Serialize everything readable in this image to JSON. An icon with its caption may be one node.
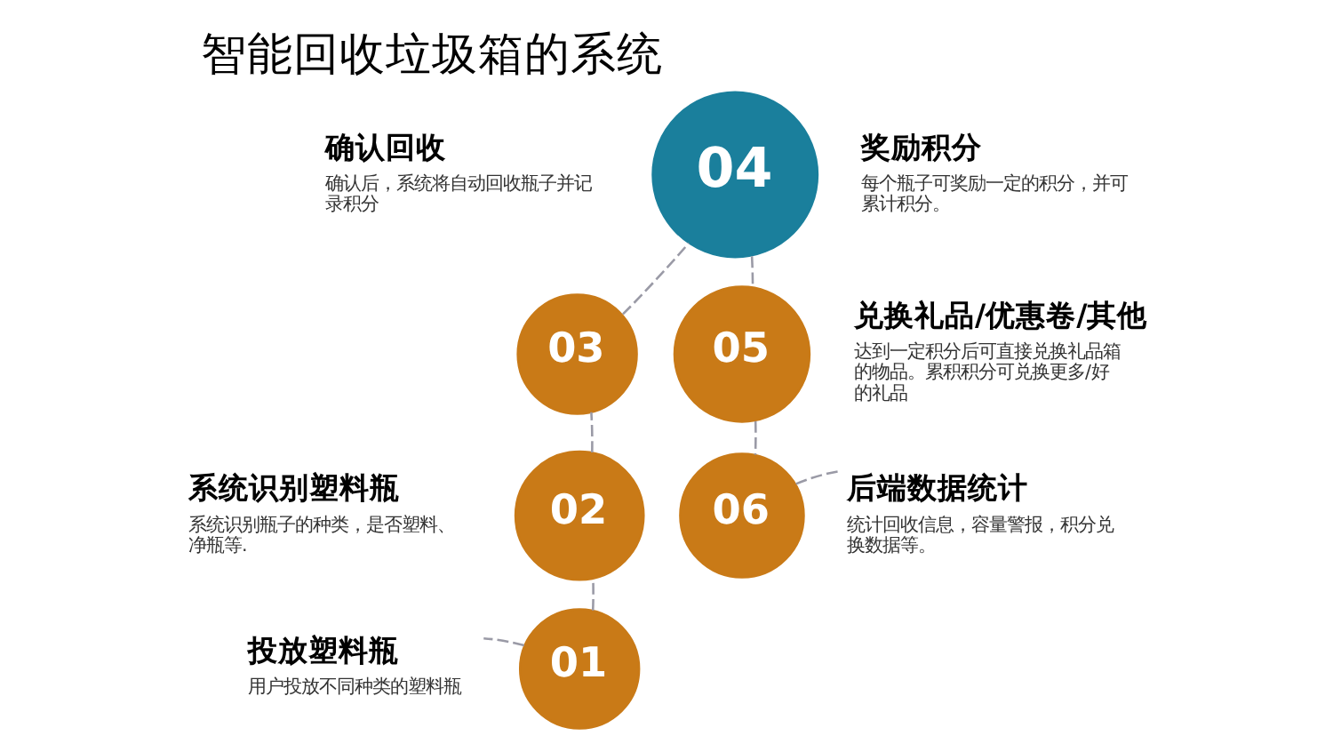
{
  "diagram": {
    "title": "智能回收垃圾箱的系统",
    "nodes": [
      {
        "text": [
          "01"
        ]
      },
      {
        "text": [
          "投放塑料瓶",
          "用户投放不同种类的塑料瓶"
        ]
      },
      {
        "text": [
          "02"
        ],
        "beside": [
          "系统识别塑料瓶",
          "系统识别瓶子的种类，是否塑料、净瓶等."
        ]
      },
      {
        "text": [
          "03"
        ],
        "beside": [
          "确认回收",
          "确认后，系统将自动回收瓶子并记录积分"
        ]
      },
      {
        "text": [
          "04"
        ],
        "beside": [
          "奖励积分",
          "每个瓶子可奖励一定的积分，并可累计积分。"
        ]
      },
      {
        "text": [
          "05"
        ],
        "beside": [
          "兑换礼品/优惠卷/其他",
          "达到一定积分后可直接兑换礼品箱的物品。累积积分可兑换更多/好的礼品"
        ]
      },
      {
        "text": [
          "06"
        ]
      },
      {
        "text": [
          "后端数据统计",
          "统计回收信息，容量警报，积分兑换数据等。"
        ]
      }
    ],
    "edges": [
      {
        "from": 0,
        "to": 1,
        "arrow": "none",
        "style": "dashed"
      },
      {
        "from": 0,
        "to": 2,
        "arrow": "none",
        "style": "dashed"
      },
      {
        "from": 2,
        "to": 3,
        "arrow": "none",
        "style": "dashed"
      },
      {
        "from": 3,
        "to": 4,
        "arrow": "none",
        "style": "dashed"
      },
      {
        "from": 4,
        "to": 5,
        "arrow": "none",
        "style": "dashed"
      },
      {
        "from": 5,
        "to": 6,
        "arrow": "none",
        "style": "dashed"
      },
      {
        "from": 6,
        "to": 7,
        "arrow": "none",
        "style": "dashed"
      }
    ]
  }
}
